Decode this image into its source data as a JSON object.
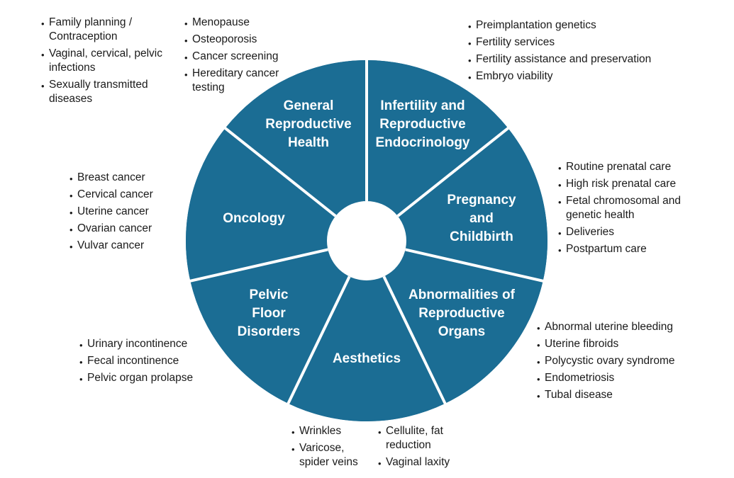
{
  "colors": {
    "segment": "#1b6d94",
    "divider": "#ffffff",
    "hub": "#ffffff"
  },
  "segments": [
    {
      "id": "general-reproductive-health",
      "label_lines": [
        "General",
        "Reproductive",
        "Health"
      ]
    },
    {
      "id": "infertility",
      "label_lines": [
        "Infertility and",
        "Reproductive",
        "Endocrinology"
      ]
    },
    {
      "id": "pregnancy",
      "label_lines": [
        "Pregnancy",
        "and",
        "Childbirth"
      ]
    },
    {
      "id": "abnormalities",
      "label_lines": [
        "Abnormalities of",
        "Reproductive",
        "Organs"
      ]
    },
    {
      "id": "aesthetics",
      "label_lines": [
        "Aesthetics"
      ]
    },
    {
      "id": "pelvic-floor",
      "label_lines": [
        "Pelvic",
        "Floor",
        "Disorders"
      ]
    },
    {
      "id": "oncology",
      "label_lines": [
        "Oncology"
      ]
    }
  ],
  "lists": {
    "general_left": [
      [
        "Family planning /",
        "Contraception"
      ],
      [
        "Vaginal, cervical, pelvic",
        "infections"
      ],
      [
        "Sexually transmitted",
        "diseases"
      ]
    ],
    "general_right": [
      [
        "Menopause"
      ],
      [
        "Osteoporosis"
      ],
      [
        "Cancer screening"
      ],
      [
        "Hereditary cancer",
        "testing"
      ]
    ],
    "infertility": [
      [
        "Preimplantation genetics"
      ],
      [
        "Fertility services"
      ],
      [
        "Fertility assistance and preservation"
      ],
      [
        "Embryo viability"
      ]
    ],
    "pregnancy": [
      [
        "Routine prenatal care"
      ],
      [
        "High risk prenatal care"
      ],
      [
        "Fetal chromosomal and",
        "genetic health"
      ],
      [
        "Deliveries"
      ],
      [
        "Postpartum care"
      ]
    ],
    "abnormalities": [
      [
        "Abnormal uterine bleeding"
      ],
      [
        "Uterine fibroids"
      ],
      [
        "Polycystic ovary syndrome"
      ],
      [
        "Endometriosis"
      ],
      [
        "Tubal disease"
      ]
    ],
    "aesthetics_left": [
      [
        "Wrinkles"
      ],
      [
        "Varicose,",
        "spider veins"
      ]
    ],
    "aesthetics_right": [
      [
        "Cellulite, fat",
        "reduction"
      ],
      [
        "Vaginal laxity"
      ]
    ],
    "pelvic_floor": [
      [
        "Urinary incontinence"
      ],
      [
        "Fecal incontinence"
      ],
      [
        "Pelvic organ prolapse"
      ]
    ],
    "oncology": [
      [
        "Breast cancer"
      ],
      [
        "Cervical cancer"
      ],
      [
        "Uterine cancer"
      ],
      [
        "Ovarian cancer"
      ],
      [
        "Vulvar cancer"
      ]
    ]
  }
}
